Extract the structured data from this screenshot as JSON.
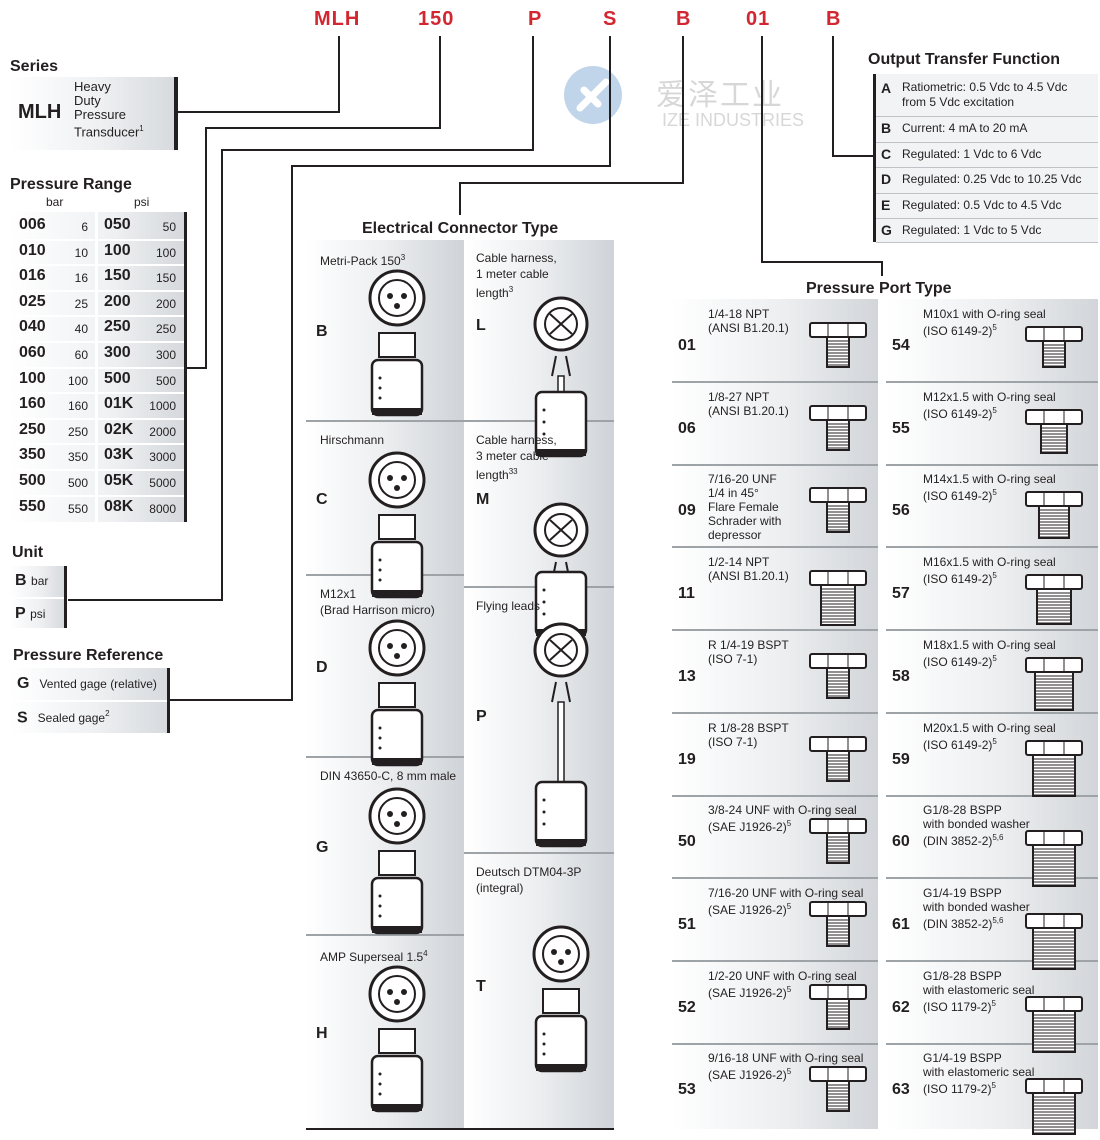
{
  "header_codes": [
    "MLH",
    "150",
    "P",
    "S",
    "B",
    "01",
    "B"
  ],
  "watermark": {
    "cn": "爱泽工业",
    "en": "IZE INDUSTRIES"
  },
  "series": {
    "title": "Series",
    "code": "MLH",
    "desc_lines": [
      "Heavy",
      "Duty",
      "Pressure",
      "Transducer"
    ],
    "desc_sup": "1"
  },
  "pressure_range": {
    "title": "Pressure Range",
    "bar_label": "bar",
    "psi_label": "psi",
    "bar": [
      [
        "006",
        "6"
      ],
      [
        "010",
        "10"
      ],
      [
        "016",
        "16"
      ],
      [
        "025",
        "25"
      ],
      [
        "040",
        "40"
      ],
      [
        "060",
        "60"
      ],
      [
        "100",
        "100"
      ],
      [
        "160",
        "160"
      ],
      [
        "250",
        "250"
      ],
      [
        "350",
        "350"
      ],
      [
        "500",
        "500"
      ],
      [
        "550",
        "550"
      ]
    ],
    "psi": [
      [
        "050",
        "50"
      ],
      [
        "100",
        "100"
      ],
      [
        "150",
        "150"
      ],
      [
        "200",
        "200"
      ],
      [
        "250",
        "250"
      ],
      [
        "300",
        "300"
      ],
      [
        "500",
        "500"
      ],
      [
        "01K",
        "1000"
      ],
      [
        "02K",
        "2000"
      ],
      [
        "03K",
        "3000"
      ],
      [
        "05K",
        "5000"
      ],
      [
        "08K",
        "8000"
      ]
    ]
  },
  "unit": {
    "title": "Unit",
    "items": [
      [
        "B",
        "bar"
      ],
      [
        "P",
        "psi"
      ]
    ]
  },
  "pressure_reference": {
    "title": "Pressure Reference",
    "items": [
      {
        "code": "G",
        "label": "Vented gage (relative)",
        "sup": ""
      },
      {
        "code": "S",
        "label": "Sealed gage",
        "sup": "2"
      }
    ]
  },
  "output_transfer": {
    "title": "Output Transfer Function",
    "items": [
      {
        "code": "A",
        "lines": [
          "Ratiometric: 0.5 Vdc to 4.5 Vdc",
          "from 5 Vdc excitation"
        ]
      },
      {
        "code": "B",
        "lines": [
          "Current: 4 mA to 20 mA"
        ]
      },
      {
        "code": "C",
        "lines": [
          "Regulated: 1 Vdc to 6 Vdc"
        ]
      },
      {
        "code": "D",
        "lines": [
          "Regulated: 0.25 Vdc to 10.25 Vdc"
        ]
      },
      {
        "code": "E",
        "lines": [
          "Regulated: 0.5 Vdc to 4.5 Vdc"
        ]
      },
      {
        "code": "G",
        "lines": [
          "Regulated: 1 Vdc to 5 Vdc"
        ]
      }
    ]
  },
  "connector": {
    "title": "Electrical Connector Type",
    "left": [
      {
        "code": "B",
        "lines": [
          "Metri-Pack 150"
        ],
        "sup": "3"
      },
      {
        "code": "C",
        "lines": [
          "Hirschmann"
        ],
        "sup": ""
      },
      {
        "code": "D",
        "lines": [
          "M12x1",
          "(Brad Harrison micro)"
        ],
        "sup": ""
      },
      {
        "code": "G",
        "lines": [
          "DIN 43650-C, 8 mm male"
        ],
        "sup": ""
      },
      {
        "code": "H",
        "lines": [
          "AMP Superseal 1.5"
        ],
        "sup": "4"
      }
    ],
    "right": [
      {
        "code": "L",
        "lines": [
          "Cable harness,",
          "1 meter cable",
          "length"
        ],
        "sup": "3"
      },
      {
        "code": "M",
        "lines": [
          "Cable harness,",
          "3 meter cable",
          "length"
        ],
        "sup": "33"
      },
      {
        "code": "P",
        "lines": [
          "Flying leads"
        ],
        "sup": ""
      },
      {
        "code": "T",
        "lines": [
          "Deutsch DTM04-3P",
          "(integral)"
        ],
        "sup": ""
      }
    ]
  },
  "port": {
    "title": "Pressure Port Type",
    "left": [
      {
        "code": "01",
        "lines": [
          "1/4-18 NPT",
          "(ANSI B1.20.1)"
        ],
        "sup": ""
      },
      {
        "code": "06",
        "lines": [
          "1/8-27 NPT",
          "(ANSI B1.20.1)"
        ],
        "sup": ""
      },
      {
        "code": "09",
        "lines": [
          "7/16-20 UNF",
          "1/4 in 45°",
          "Flare Female",
          "Schrader with",
          "depressor"
        ],
        "sup": ""
      },
      {
        "code": "11",
        "lines": [
          "1/2-14 NPT",
          "(ANSI B1.20.1)"
        ],
        "sup": ""
      },
      {
        "code": "13",
        "lines": [
          "R 1/4-19 BSPT",
          "(ISO 7-1)"
        ],
        "sup": ""
      },
      {
        "code": "19",
        "lines": [
          "R 1/8-28 BSPT",
          "(ISO 7-1)"
        ],
        "sup": ""
      },
      {
        "code": "50",
        "lines": [
          "3/8-24 UNF with O-ring seal",
          "(SAE J1926-2)"
        ],
        "sup": "5"
      },
      {
        "code": "51",
        "lines": [
          "7/16-20 UNF with O-ring seal",
          "(SAE J1926-2)"
        ],
        "sup": "5"
      },
      {
        "code": "52",
        "lines": [
          "1/2-20 UNF with O-ring seal",
          "(SAE J1926-2)"
        ],
        "sup": "5"
      },
      {
        "code": "53",
        "lines": [
          "9/16-18 UNF with O-ring seal",
          "(SAE J1926-2)"
        ],
        "sup": "5"
      }
    ],
    "right": [
      {
        "code": "54",
        "lines": [
          "M10x1 with O-ring seal",
          "(ISO 6149-2)"
        ],
        "sup": "5"
      },
      {
        "code": "55",
        "lines": [
          "M12x1.5 with O-ring seal",
          "(ISO 6149-2)"
        ],
        "sup": "5"
      },
      {
        "code": "56",
        "lines": [
          "M14x1.5 with O-ring seal",
          "(ISO 6149-2)"
        ],
        "sup": "5"
      },
      {
        "code": "57",
        "lines": [
          "M16x1.5 with O-ring seal",
          "(ISO 6149-2)"
        ],
        "sup": "5"
      },
      {
        "code": "58",
        "lines": [
          "M18x1.5 with O-ring seal",
          "(ISO 6149-2)"
        ],
        "sup": "5"
      },
      {
        "code": "59",
        "lines": [
          "M20x1.5 with O-ring seal",
          "(ISO 6149-2)"
        ],
        "sup": "5"
      },
      {
        "code": "60",
        "lines": [
          "G1/8-28 BSPP",
          "with bonded washer",
          "(DIN 3852-2)"
        ],
        "sup": "5,6"
      },
      {
        "code": "61",
        "lines": [
          "G1/4-19 BSPP",
          "with bonded washer",
          "(DIN 3852-2)"
        ],
        "sup": "5,6"
      },
      {
        "code": "62",
        "lines": [
          "G1/8-28 BSPP",
          "with elastomeric seal",
          "(ISO 1179-2)"
        ],
        "sup": "5"
      },
      {
        "code": "63",
        "lines": [
          "G1/4-19 BSPP",
          "with elastomeric seal",
          "(ISO 1179-2)"
        ],
        "sup": "5"
      }
    ]
  }
}
